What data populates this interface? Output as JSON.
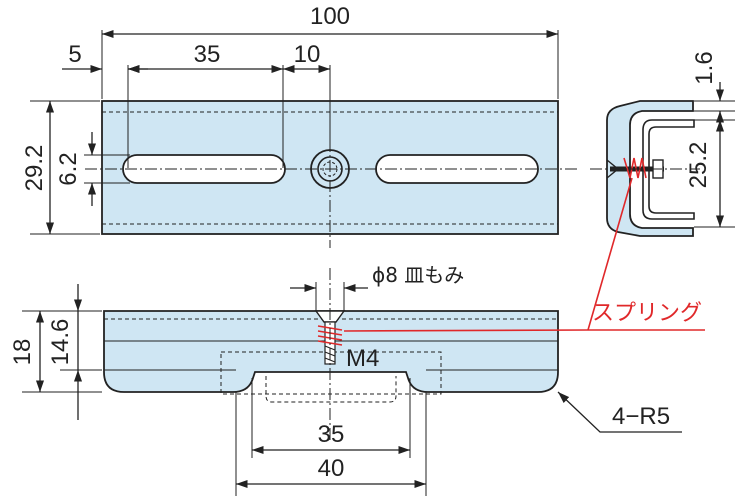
{
  "top_view": {
    "overall_length": "100",
    "end_to_slot": "5",
    "slot_length": "35",
    "slot_to_center": "10",
    "height": "29.2",
    "slot_width": "6.2"
  },
  "side_view": {
    "flange_thickness": "1.6",
    "inner_height": "25.2"
  },
  "front_view": {
    "height": "18",
    "upper_height": "14.6",
    "countersink_note": "ϕ8 皿もみ",
    "screw_label": "M4",
    "inner_width": "35",
    "outer_width": "40",
    "radius_note": "4−R5"
  },
  "callouts": {
    "spring_label": "スプリング"
  },
  "colors": {
    "body": "#cfe6f3",
    "outline": "#222222",
    "spring": "#e0282a"
  }
}
